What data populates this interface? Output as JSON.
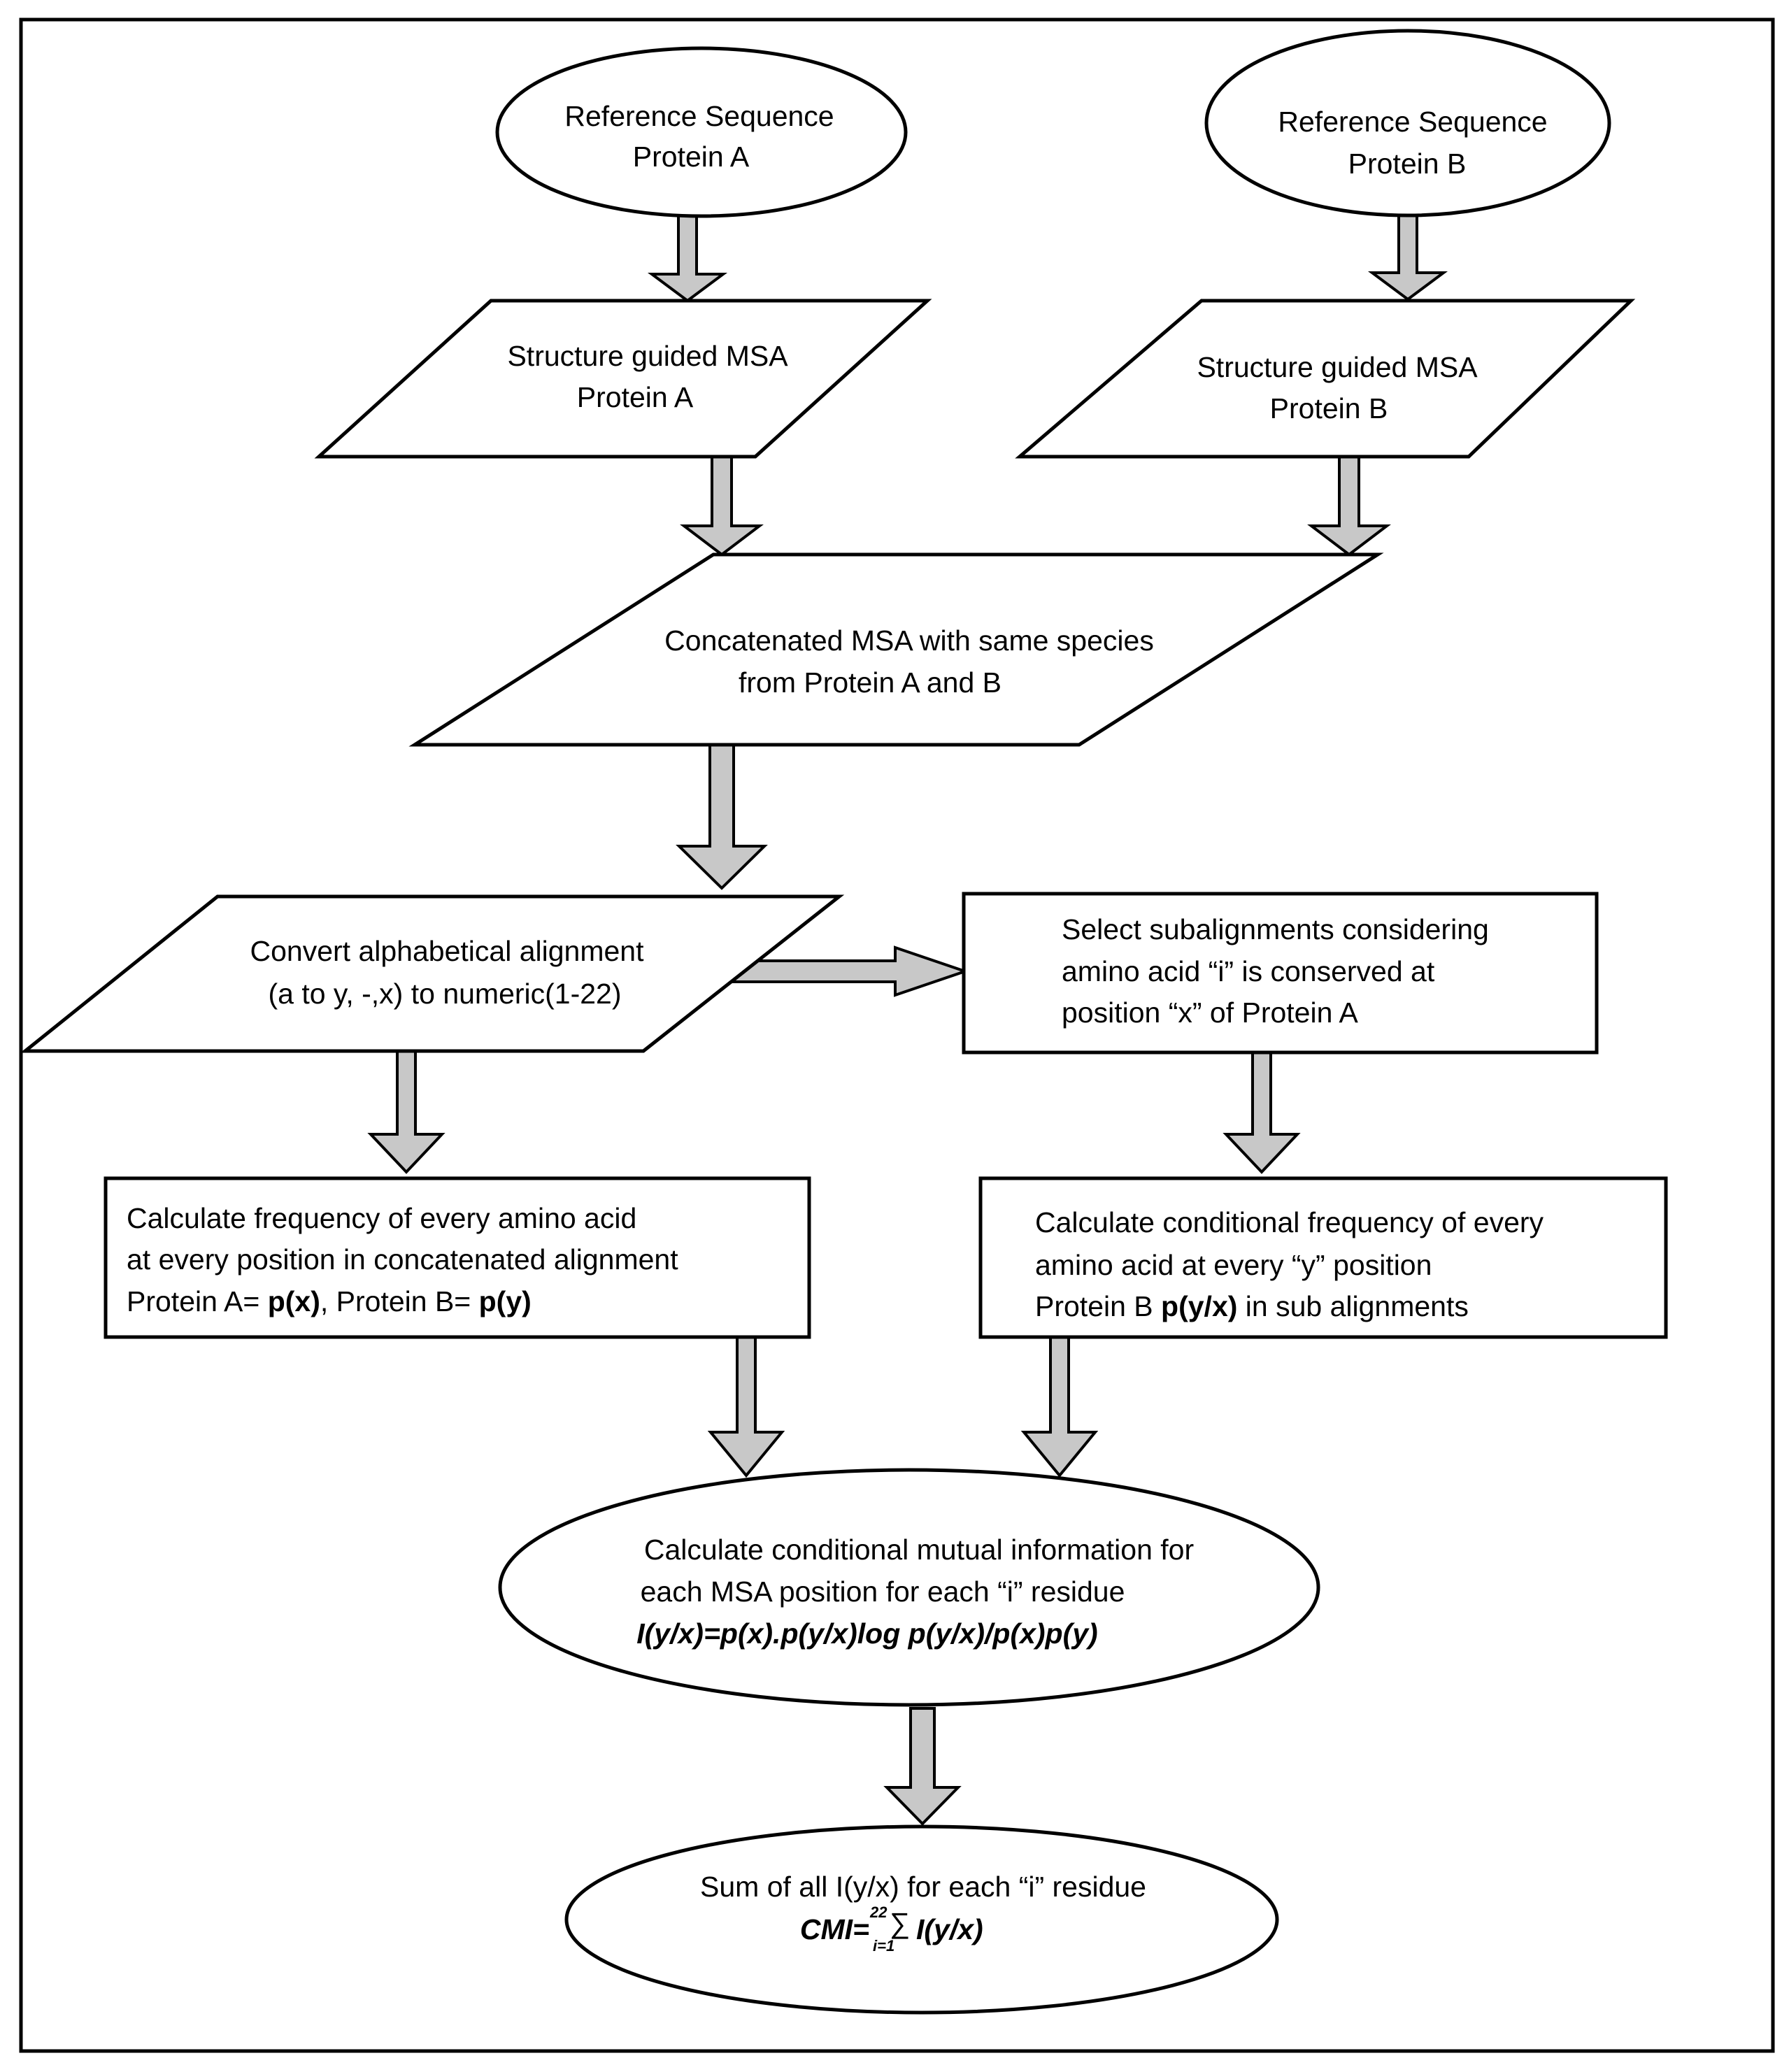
{
  "nodes": {
    "ref_a": {
      "line1": "Reference Sequence",
      "line2": "Protein A"
    },
    "ref_b": {
      "line1": "Reference Sequence",
      "line2": "Protein B"
    },
    "msa_a": {
      "line1": "Structure guided MSA",
      "line2": "Protein A"
    },
    "msa_b": {
      "line1": "Structure guided MSA",
      "line2": "Protein B"
    },
    "concat": {
      "line1": "Concatenated MSA with same species",
      "line2": "from Protein A and B"
    },
    "convert": {
      "line1": "Convert alphabetical alignment",
      "line2": "(a to y, -,x) to numeric(1-22)"
    },
    "select": {
      "line1": "Select subalignments considering",
      "line2": "amino acid “i” is conserved at",
      "line3": "position “x” of Protein A"
    },
    "freq": {
      "line1": "Calculate frequency of every amino acid",
      "line2": "at every position in concatenated alignment",
      "line3_a": "Protein A= ",
      "line3_b": "p(x)",
      "line3_c": ", Protein B= ",
      "line3_d": "p(y)"
    },
    "cond_freq": {
      "line1": "Calculate conditional frequency of every",
      "line2": "amino acid at every “y” position",
      "line3_a": "Protein B ",
      "line3_b": "p(y/x)",
      "line3_c": " in sub alignments"
    },
    "cmi_calc": {
      "line1": "Calculate conditional mutual information for",
      "line2": "each MSA position for each “i” residue",
      "formula": "I(y/x)=p(x).p(y/x)log p(y/x)/p(x)p(y)"
    },
    "sum": {
      "line1": "Sum of all I(y/x) for each “i” residue",
      "formula_lhs": "CMI=",
      "sup": "22",
      "sigma": "∑",
      "sub": "i=1",
      "formula_rhs": "I(y/x)"
    }
  }
}
